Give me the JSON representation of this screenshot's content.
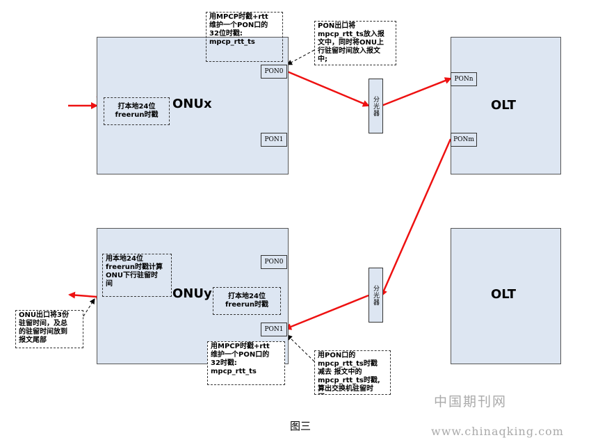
{
  "devices": {
    "onux": "ONUx",
    "onuy": "ONUy",
    "olt_top": "OLT",
    "olt_bottom": "OLT"
  },
  "ports": {
    "onux_pon0": "PON0",
    "onux_pon1": "PON1",
    "onuy_pon0": "PON0",
    "onuy_pon1": "PON1",
    "olt_ponn": "PONn",
    "olt_ponm": "PONm"
  },
  "splitters": {
    "top": "分光器",
    "bottom": "分光器"
  },
  "notes": {
    "onux_stamp": "打本地24位\nfreerun时戳",
    "onux_mpcp": "用MPCP时戳+rtt\n维护一个PON口的\n32位时戳:\nmpcp_rtt_ts",
    "olt_out": "PON出口将\nmpcp_rtt_ts放入报\n文中，同时将ONU上\n行驻留时间放入报文\n中;",
    "onuy_calc": "用本地24位\nfreerun时戳计算\nONU下行驻留时\n间",
    "onuy_stamp": "打本地24位\nfreerun时戳",
    "onuy_mpcp": "用MPCP时戳+rtt\n维护一个PON口的\n32时戳:\nmpcp_rtt_ts",
    "onu_out": "ONU出口将3份\n驻留时间，及总\n的驻留时间放到\n报文尾部",
    "pon_in": "用PON口的\nmpcp_rtt_ts时戳\n减去 报文中的\nmpcp_rtt_ts时戳,\n算出交换机驻留时\n间"
  },
  "caption": "图三",
  "watermark": {
    "cn": "中国期刊网",
    "url": "www.chinaqking.com"
  },
  "colors": {
    "arrow": "#ee1111",
    "device_fill": "#dde6f2"
  }
}
